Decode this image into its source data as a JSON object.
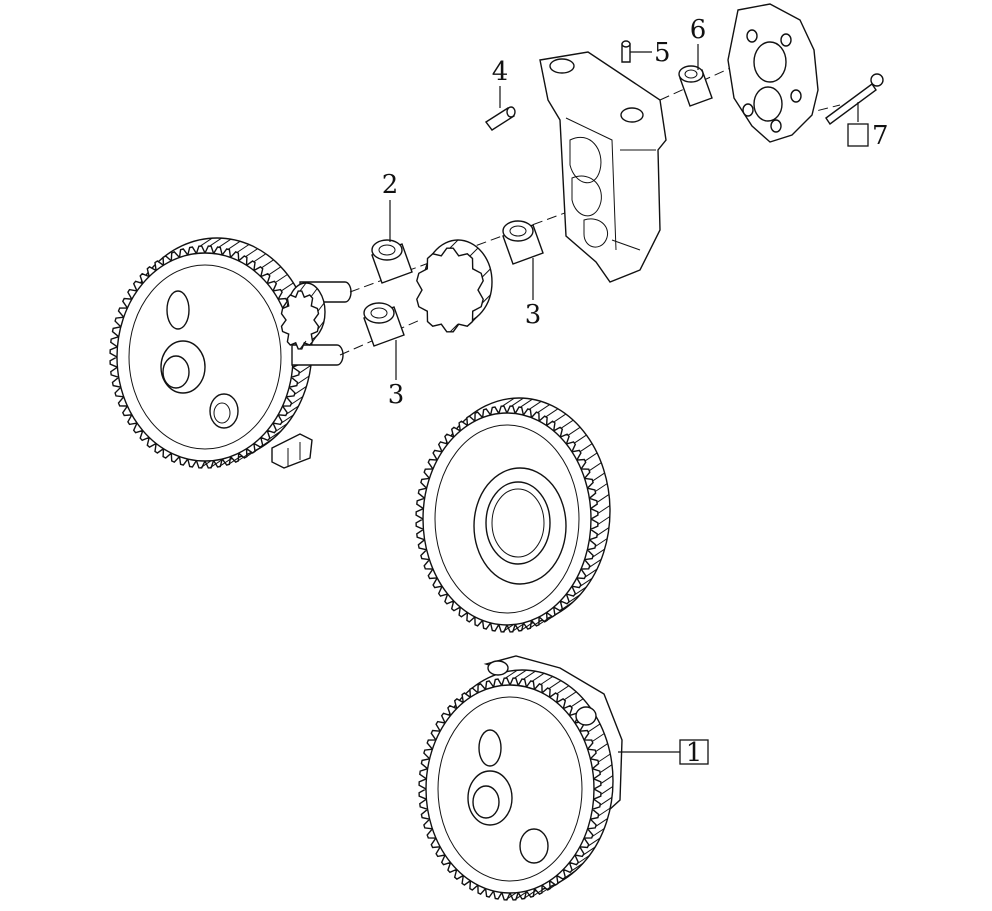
{
  "callouts": [
    {
      "id": "1",
      "label": "1",
      "boxed": true
    },
    {
      "id": "2",
      "label": "2",
      "boxed": false
    },
    {
      "id": "3a",
      "label": "3",
      "boxed": false
    },
    {
      "id": "3b",
      "label": "3",
      "boxed": false
    },
    {
      "id": "4",
      "label": "4",
      "boxed": false
    },
    {
      "id": "5",
      "label": "5",
      "boxed": false
    },
    {
      "id": "6",
      "label": "6",
      "boxed": false
    },
    {
      "id": "7",
      "label": "7",
      "boxed": true
    }
  ],
  "colors": {
    "ink": "#111111",
    "background": "#ffffff"
  }
}
